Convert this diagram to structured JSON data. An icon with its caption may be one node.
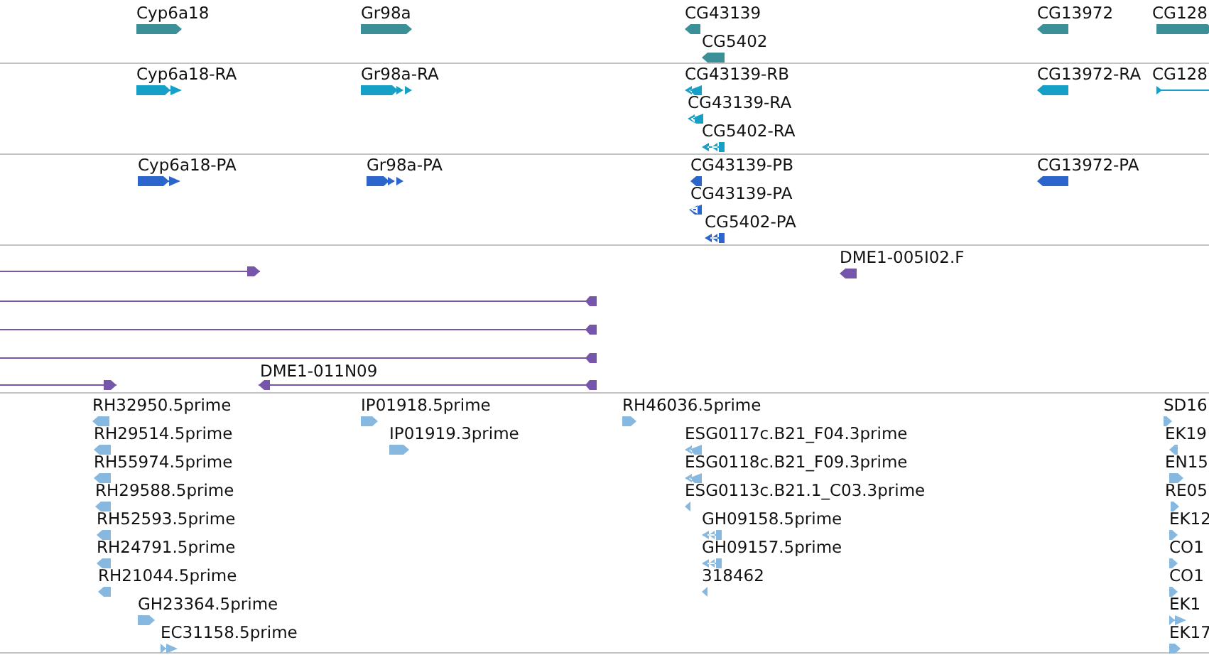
{
  "diagram": {
    "labels": [
      "Cyp6a18",
      "Gr98a",
      "CG43139",
      "CG13972",
      "CG128",
      "CG5402",
      "Cyp6a18-RA",
      "Gr98a-RA",
      "CG43139-RB",
      "CG13972-RA",
      "CG128",
      "CG43139-RA",
      "CG5402-RA",
      "Cyp6a18-PA",
      "Gr98a-PA",
      "CG43139-PB",
      "CG13972-PA",
      "CG43139-PA",
      "CG5402-PA",
      "DME1-005I02.F",
      "DME1-011N09",
      "RH32950.5prime",
      "IP01918.5prime",
      "RH46036.5prime",
      "SD16",
      "RH29514.5prime",
      "IP01919.3prime",
      "ESG0117c.B21_F04.3prime",
      "EK19",
      "RH55974.5prime",
      "ESG0118c.B21_F09.3prime",
      "EN15",
      "RH29588.5prime",
      "ESG0113c.B21.1_C03.3prime",
      "RE05",
      "RH52593.5prime",
      "GH09158.5prime",
      "EK12",
      "RH24791.5prime",
      "GH09157.5prime",
      "CO1",
      "RH21044.5prime",
      "318462",
      "CO1",
      "GH23364.5prime",
      "EK1",
      "EC31158.5prime",
      "EK17"
    ]
  }
}
